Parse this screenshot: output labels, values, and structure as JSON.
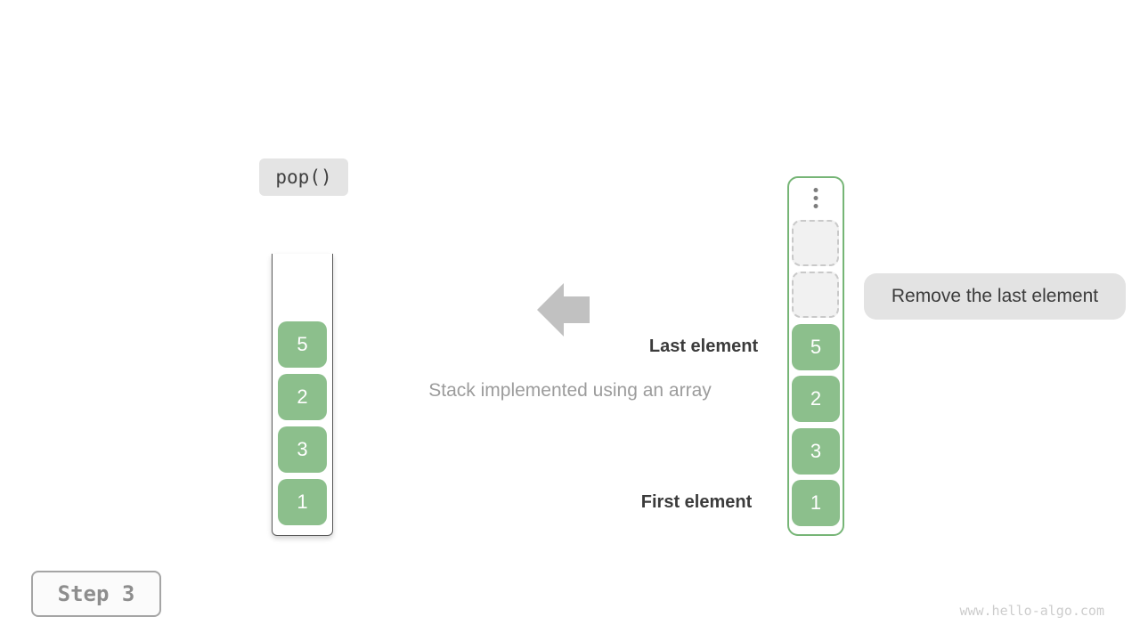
{
  "diagram": {
    "title_caption": "Stack implemented using an array",
    "operation_label": "pop()",
    "step_label": "Step 3",
    "watermark": "www.hello-algo.com"
  },
  "annotations": {
    "last_element": "Last element",
    "first_element": "First element",
    "remove_note": "Remove the last element"
  },
  "left_stack": {
    "description": "stack drawn as open-top container",
    "values": [
      "5",
      "2",
      "3",
      "1"
    ]
  },
  "right_stack": {
    "description": "array container with ellipsis and two empty dashed slots above values",
    "empty_slot_count": 2,
    "values": [
      "5",
      "2",
      "3",
      "1"
    ]
  },
  "icons": {
    "arrow_left": "left-pointing solid arrow",
    "vertical_ellipsis": "three vertical dots"
  },
  "colors": {
    "element_green": "#8cbf8c",
    "container_green_border": "#76b576",
    "label_gray_bg": "#e3e3e3",
    "arrow_gray": "#c1c1c1",
    "dark_text": "#3b3b3b",
    "muted_text": "#9c9c9c",
    "step_text": "#8e8e8e",
    "watermark_text": "#cdcdcd"
  }
}
